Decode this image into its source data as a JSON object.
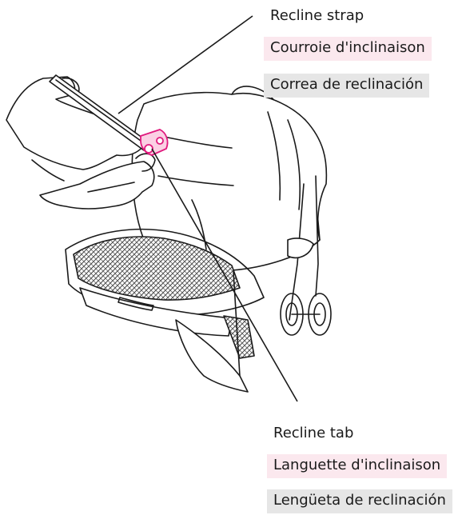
{
  "labels": {
    "recline_strap": {
      "en": "Recline strap",
      "fr": "Courroie d'inclinaison",
      "es": "Correa de reclinación"
    },
    "recline_tab": {
      "en": "Recline tab",
      "fr": "Languette d'inclinaison",
      "es": "Lengüeta de reclinación"
    }
  },
  "colors": {
    "line_art": "#1a1a1a",
    "accent_tab": "#e0197d",
    "french_label_bg": "#fbe8ee",
    "spanish_label_bg": "#e6e6e6"
  }
}
